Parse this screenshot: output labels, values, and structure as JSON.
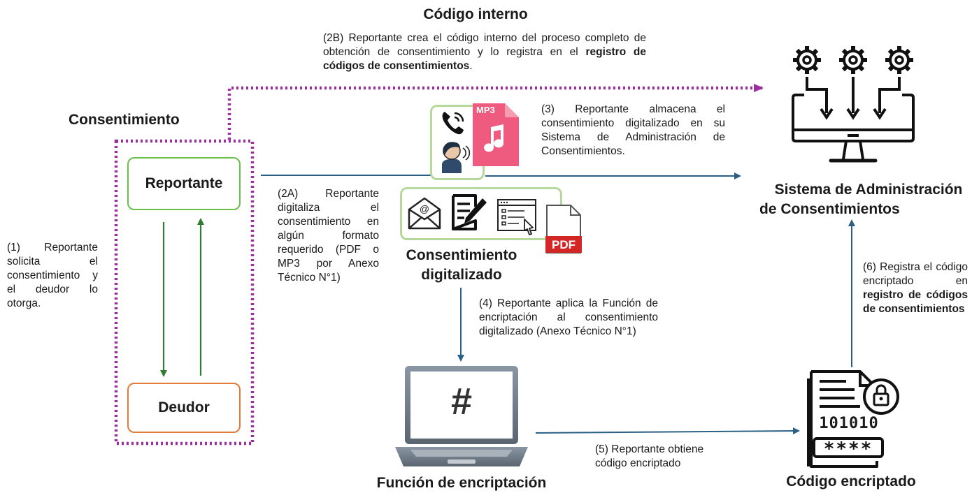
{
  "titles": {
    "codigo_interno": "Código interno",
    "consentimiento": "Consentimiento",
    "sistema_line1": "Sistema de Administración",
    "sistema_line2": "de Consentimientos",
    "consentimiento_digitalizado_line1": "Consentimiento",
    "consentimiento_digitalizado_line2": "digitalizado",
    "funcion_encriptacion": "Función de encriptación",
    "codigo_encriptado": "Código encriptado"
  },
  "boxes": {
    "reportante": "Reportante",
    "deudor": "Deudor"
  },
  "steps": {
    "s1": "(1) Reportante solicita el consentimiento y el deudor lo otorga.",
    "s2a": "(2A) Reportante digitaliza el consentimiento en algún formato requerido (PDF o MP3 por Anexo Técnico N°1)",
    "s2b_pre": "(2B) Reportante crea el código interno del proceso completo de obtención de consentimiento y lo registra en el ",
    "s2b_bold": "registro de códigos de consentimientos",
    "s2b_post": ".",
    "s3": "(3) Reportante almacena el consentimiento digitalizado en su Sistema de Administración de Consentimientos.",
    "s4": "(4) Reportante aplica la Función de encriptación al consentimiento digitalizado (Anexo Técnico N°1)",
    "s5_line1": "(5) Reportante obtiene",
    "s5_line2": "código encriptado",
    "s6_pre": "(6) Registra el código encriptado en ",
    "s6_bold": "registro de códigos de consentimientos"
  },
  "icon_labels": {
    "mp3": "MP3",
    "pdf": "PDF",
    "hash": "#",
    "binary": "101010",
    "stars": "****"
  },
  "colors": {
    "dotted_purple": "#9b2f9e",
    "arrow_blue": "#2a5f86",
    "arrow_green": "#2e7d32",
    "reportante_border": "#6abf4b",
    "deudor_border": "#e07b39",
    "icon_green_border": "#b5d99c",
    "mp3_pink": "#ef5a7f",
    "pdf_red": "#d32626"
  }
}
